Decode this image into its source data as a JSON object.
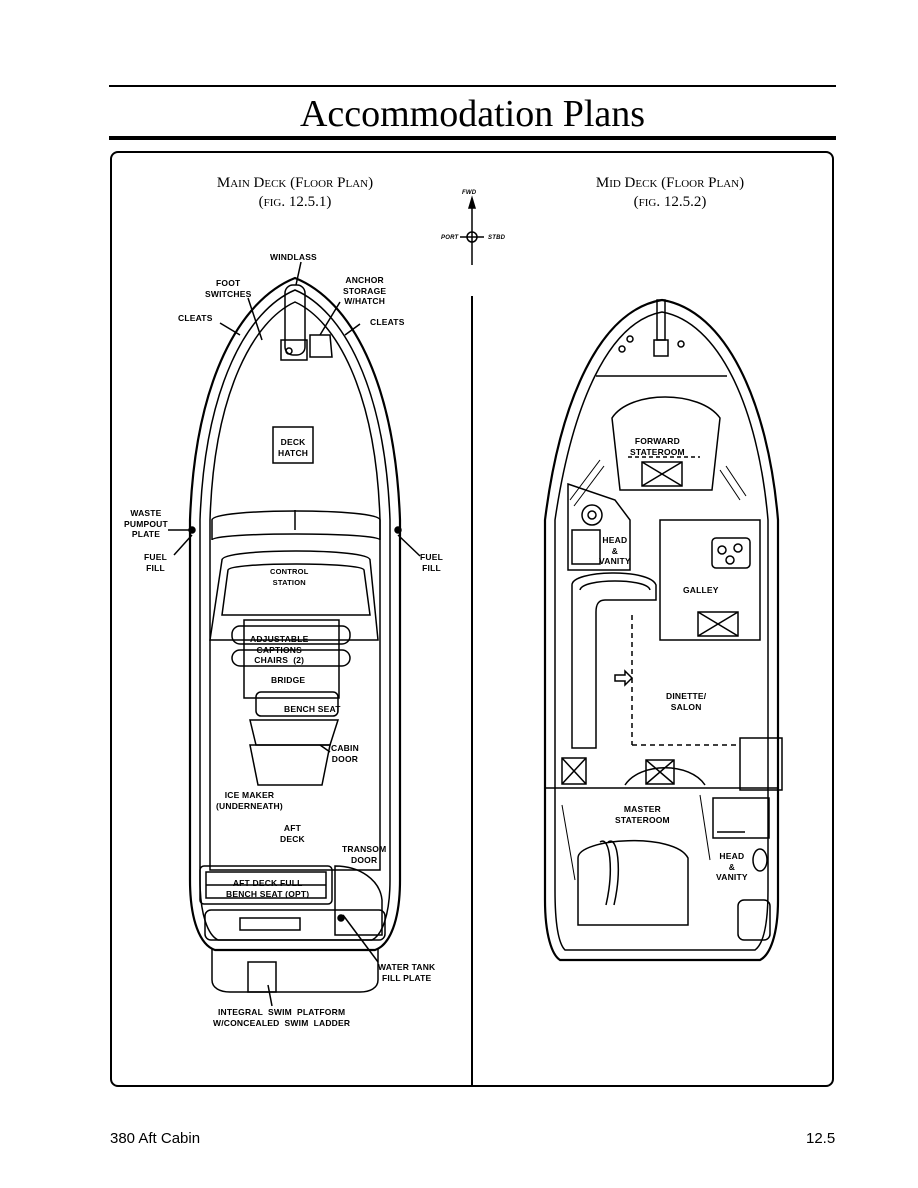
{
  "page": {
    "title": "Accommodation Plans"
  },
  "main_deck": {
    "title_main": "Main Deck (Floor Plan)",
    "title_fig": "(fig. 12.5.1)",
    "labels": {
      "windlass": "WINDLASS",
      "foot_switches": "FOOT\nSWITCHES",
      "anchor_storage": "ANCHOR\nSTORAGE\nW/HATCH",
      "cleats_left": "CLEATS",
      "cleats_right": "CLEATS",
      "deck_hatch": "DECK\nHATCH",
      "waste_pumpout": "WASTE\nPUMPOUT\nPLATE",
      "fuel_fill_left": "FUEL\nFILL",
      "fuel_fill_right": "FUEL\nFILL",
      "control_station": "CONTROL\nSTATION",
      "adjustable_chairs": "ADJUSTABLE\nCAPTIONS\nCHAIRS  (2)",
      "bridge": "BRIDGE",
      "bench_seat": "BENCH SEAT",
      "cabin_door": "CABIN\nDOOR",
      "ice_maker": "ICE MAKER\n(UNDERNEATH)",
      "aft_deck": "AFT\nDECK",
      "transom_door": "TRANSOM\nDOOR",
      "aft_bench": "AFT DECK FULL\nBENCH SEAT (OPT)",
      "water_tank": "WATER TANK\nFILL PLATE",
      "swim_platform": "INTEGRAL  SWIM  PLATFORM\nW/CONCEALED  SWIM  LADDER"
    }
  },
  "mid_deck": {
    "title_main": "Mid Deck (Floor Plan)",
    "title_fig": "(fig. 12.5.2)",
    "labels": {
      "forward_stateroom": "FORWARD\nSTATEROOM",
      "head_vanity_fwd": "HEAD\n&\nVANITY",
      "galley": "GALLEY",
      "dinette_salon": "DINETTE/\nSALON",
      "master_stateroom": "MASTER\nSTATEROOM",
      "head_vanity_aft": "HEAD\n&\nVANITY"
    }
  },
  "compass": {
    "fwd": "FWD",
    "port": "PORT",
    "stbd": "STBD"
  },
  "footer": {
    "left": "380 Aft Cabin",
    "right": "12.5"
  }
}
